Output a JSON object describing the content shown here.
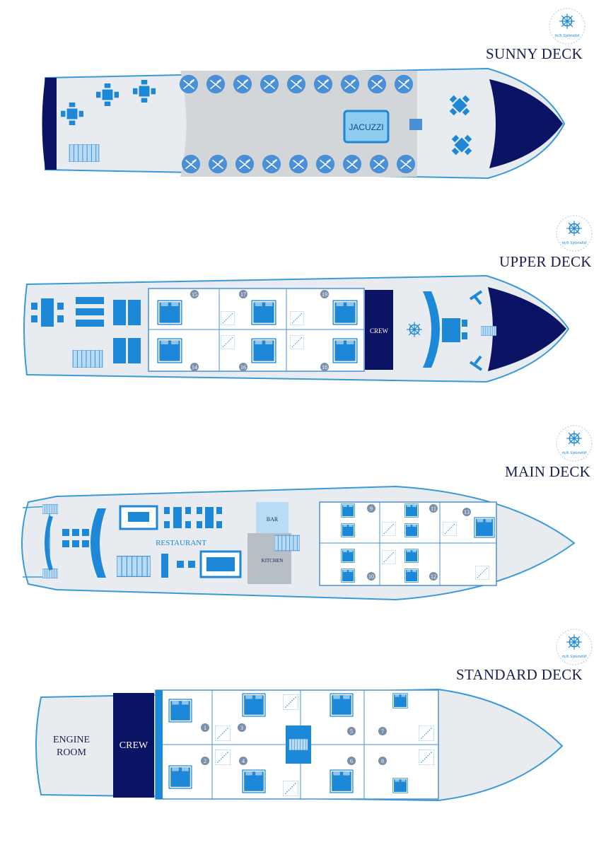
{
  "brand": {
    "logo_text": "m/b Splendid",
    "colors": {
      "navy": "#0b1464",
      "blue": "#1e88d8",
      "light_blue": "#8fc4ec",
      "hull_fill": "#e8ecf0",
      "hull_line": "#3a9ad9"
    }
  },
  "decks": {
    "sunny": {
      "title": "SUNNY DECK",
      "labels": {
        "jacuzzi": "JACUZZI"
      }
    },
    "upper": {
      "title": "UPPER DECK",
      "labels": {
        "crew": "CREW"
      },
      "cabins": [
        "15",
        "17",
        "19",
        "14",
        "16",
        "18"
      ]
    },
    "main": {
      "title": "MAIN DECK",
      "labels": {
        "restaurant": "RESTAURANT",
        "bar": "BAR",
        "kitchen": "KITCHEN"
      },
      "cabins": [
        "9",
        "11",
        "13",
        "10",
        "12"
      ]
    },
    "standard": {
      "title": "STANDARD DECK",
      "labels": {
        "engine_line1": "ENGINE",
        "engine_line2": "ROOM",
        "crew": "CREW"
      },
      "cabins": [
        "1",
        "3",
        "5",
        "7",
        "2",
        "4",
        "6",
        "8"
      ]
    }
  }
}
